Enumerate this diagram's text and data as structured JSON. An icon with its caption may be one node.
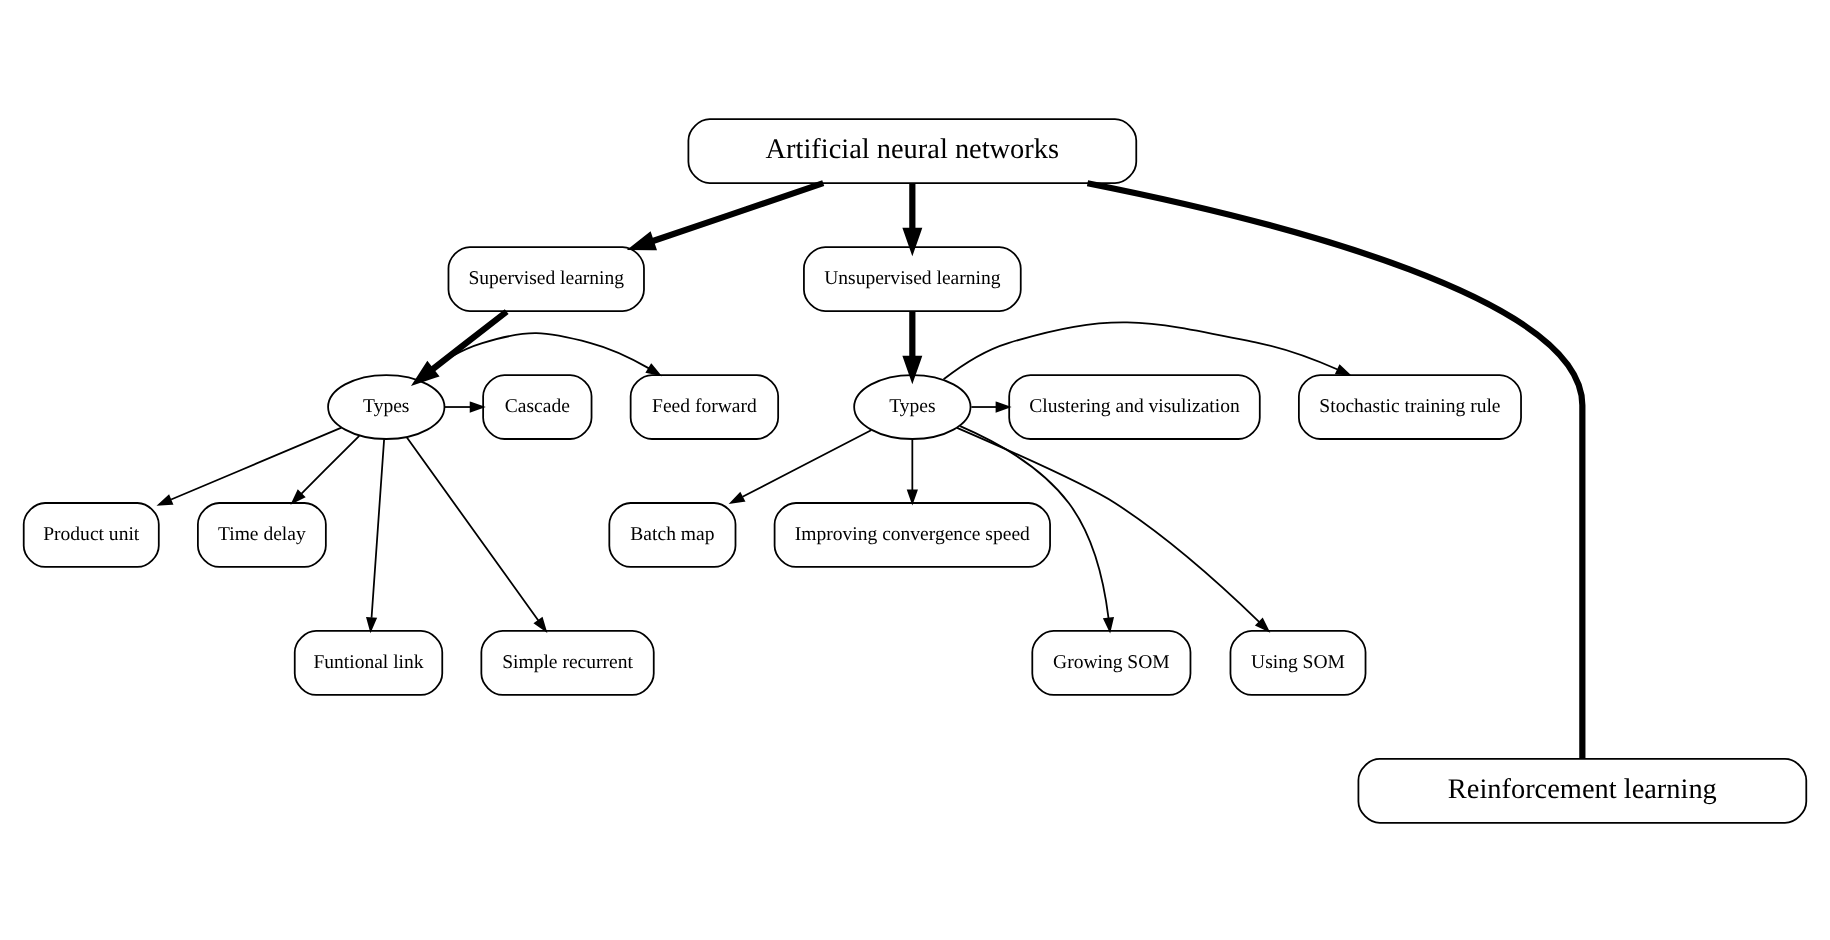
{
  "diagram": {
    "nodes": [
      {
        "text": [
          "Artificial neural networks"
        ]
      },
      {
        "text": [
          "Supervised learning"
        ]
      },
      {
        "text": [
          "Unsupervised learning"
        ]
      },
      {
        "text": [
          "Types"
        ]
      },
      {
        "text": [
          "Feed forward"
        ]
      },
      {
        "text": [
          "Cascade"
        ]
      },
      {
        "text": [
          "Product unit"
        ]
      },
      {
        "text": [
          "Time delay"
        ]
      },
      {
        "text": [
          "Funtional link"
        ]
      },
      {
        "text": [
          "Simple recurrent"
        ]
      },
      {
        "text": [
          "Types"
        ]
      },
      {
        "text": [
          "Stochastic training rule"
        ]
      },
      {
        "text": [
          "Clustering and visulization"
        ]
      },
      {
        "text": [
          "Batch map"
        ]
      },
      {
        "text": [
          "Improving convergence speed"
        ]
      },
      {
        "text": [
          "Growing SOM"
        ]
      },
      {
        "text": [
          "Using SOM"
        ]
      },
      {
        "text": [
          "Reinforcement learning"
        ]
      }
    ],
    "edges": [
      {
        "from": 0,
        "to": 1,
        "arrow": "to",
        "style": "thick"
      },
      {
        "from": 0,
        "to": 2,
        "arrow": "to",
        "style": "thick"
      },
      {
        "from": 0,
        "to": 17,
        "arrow": "none",
        "style": "thick"
      },
      {
        "from": 1,
        "to": 3,
        "arrow": "to",
        "style": "thick"
      },
      {
        "from": 2,
        "to": 10,
        "arrow": "to",
        "style": "thick"
      },
      {
        "from": 3,
        "to": 4,
        "arrow": "to"
      },
      {
        "from": 3,
        "to": 5,
        "arrow": "to"
      },
      {
        "from": 3,
        "to": 6,
        "arrow": "to"
      },
      {
        "from": 3,
        "to": 7,
        "arrow": "to"
      },
      {
        "from": 3,
        "to": 8,
        "arrow": "to"
      },
      {
        "from": 3,
        "to": 9,
        "arrow": "to"
      },
      {
        "from": 10,
        "to": 11,
        "arrow": "to"
      },
      {
        "from": 10,
        "to": 12,
        "arrow": "to"
      },
      {
        "from": 10,
        "to": 13,
        "arrow": "to"
      },
      {
        "from": 10,
        "to": 14,
        "arrow": "to"
      },
      {
        "from": 10,
        "to": 15,
        "arrow": "to"
      },
      {
        "from": 10,
        "to": 16,
        "arrow": "to"
      }
    ]
  }
}
